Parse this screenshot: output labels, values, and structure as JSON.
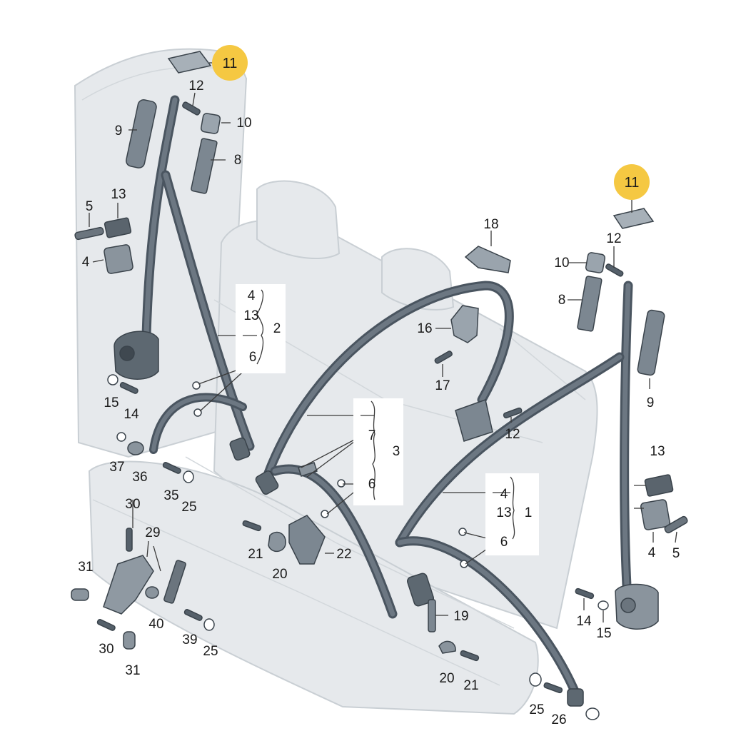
{
  "diagram": {
    "labels": [
      {
        "key": "c11a",
        "text": "11"
      },
      {
        "key": "c11b",
        "text": "11"
      },
      {
        "key": "l12a",
        "text": "12"
      },
      {
        "key": "l10a",
        "text": "10"
      },
      {
        "key": "l9a",
        "text": "9"
      },
      {
        "key": "l8a",
        "text": "8"
      },
      {
        "key": "l5a",
        "text": "5"
      },
      {
        "key": "l13a",
        "text": "13"
      },
      {
        "key": "l4a",
        "text": "4"
      },
      {
        "key": "g2_4",
        "text": "4"
      },
      {
        "key": "g2_13",
        "text": "13"
      },
      {
        "key": "g2_2",
        "text": "2"
      },
      {
        "key": "g2_6",
        "text": "6"
      },
      {
        "key": "l15a",
        "text": "15"
      },
      {
        "key": "l14a",
        "text": "14"
      },
      {
        "key": "l37",
        "text": "37"
      },
      {
        "key": "l36",
        "text": "36"
      },
      {
        "key": "l35",
        "text": "35"
      },
      {
        "key": "l25a",
        "text": "25"
      },
      {
        "key": "l30a",
        "text": "30"
      },
      {
        "key": "l29",
        "text": "29"
      },
      {
        "key": "l31a",
        "text": "31"
      },
      {
        "key": "l40",
        "text": "40"
      },
      {
        "key": "l39",
        "text": "39"
      },
      {
        "key": "l25b",
        "text": "25"
      },
      {
        "key": "l30b",
        "text": "30"
      },
      {
        "key": "l31b",
        "text": "31"
      },
      {
        "key": "l18",
        "text": "18"
      },
      {
        "key": "l16",
        "text": "16"
      },
      {
        "key": "l17",
        "text": "17"
      },
      {
        "key": "l12b",
        "text": "12"
      },
      {
        "key": "g3_7",
        "text": "7"
      },
      {
        "key": "g3_3",
        "text": "3"
      },
      {
        "key": "g3_6",
        "text": "6"
      },
      {
        "key": "l21a",
        "text": "21"
      },
      {
        "key": "l20a",
        "text": "20"
      },
      {
        "key": "l22",
        "text": "22"
      },
      {
        "key": "g1_4",
        "text": "4"
      },
      {
        "key": "g1_13",
        "text": "13"
      },
      {
        "key": "g1_1",
        "text": "1"
      },
      {
        "key": "g1_6",
        "text": "6"
      },
      {
        "key": "l19",
        "text": "19"
      },
      {
        "key": "l20b",
        "text": "20"
      },
      {
        "key": "l21b",
        "text": "21"
      },
      {
        "key": "l25c",
        "text": "25"
      },
      {
        "key": "l26",
        "text": "26"
      },
      {
        "key": "l12c",
        "text": "12"
      },
      {
        "key": "l10b",
        "text": "10"
      },
      {
        "key": "l8b",
        "text": "8"
      },
      {
        "key": "l9b",
        "text": "9"
      },
      {
        "key": "l13b",
        "text": "13"
      },
      {
        "key": "l4b",
        "text": "4"
      },
      {
        "key": "l5b",
        "text": "5"
      },
      {
        "key": "l14b",
        "text": "14"
      },
      {
        "key": "l15b",
        "text": "15"
      }
    ],
    "colors": {
      "highlight": "#f5c842",
      "belt": "#4a5560",
      "part": "#7c8791",
      "seat": "#e3e7ea",
      "outline": "#c9cfd4"
    }
  }
}
